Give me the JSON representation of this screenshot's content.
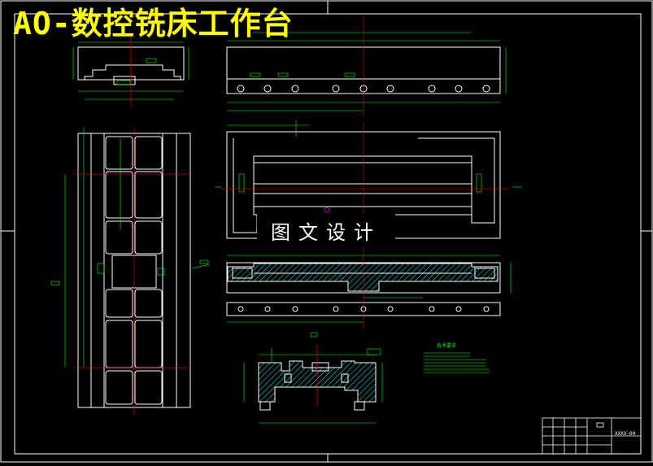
{
  "drawing": {
    "title": "AO-数控铣床工作台",
    "watermark": "图文设计",
    "notes_heading": "技术要求",
    "title_block_code": "XXXX-00",
    "colors": {
      "background": "#000000",
      "outline": "#ffffff",
      "dimension": "#00ff00",
      "centerline": "#ff0000",
      "hatch": "#00ffff",
      "title_text": "#ffff00",
      "marker": "#ff00ff"
    }
  }
}
